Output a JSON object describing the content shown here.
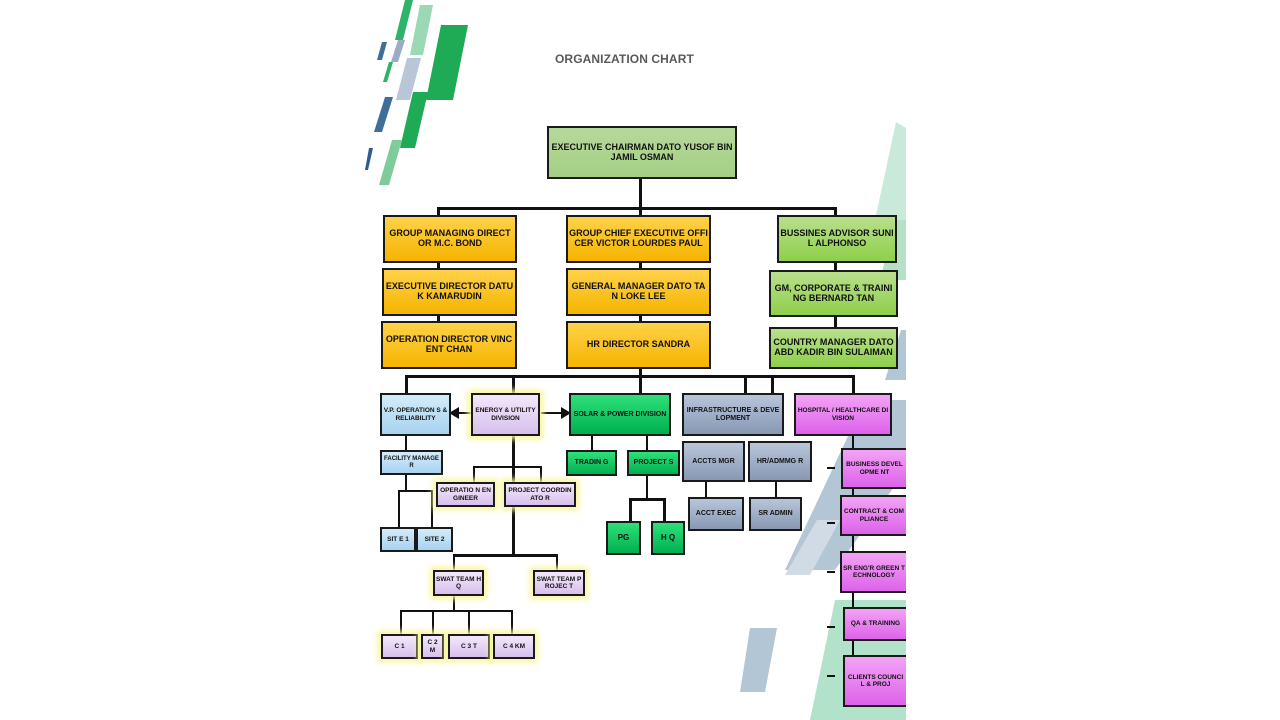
{
  "title": "ORGANIZATION CHART",
  "root": "EXECUTIVE CHAIRMAN DATO YUSOF BIN JAMIL OSMAN",
  "left_column": [
    "GROUP MANAGING DIRECTOR M.C. BOND",
    "EXECUTIVE DIRECTOR DATUK KAMARUDIN",
    "OPERATION DIRECTOR VINCENT CHAN"
  ],
  "center_column": [
    "GROUP CHIEF EXECUTIVE OFFICER VICTOR LOURDES PAUL",
    "GENERAL MANAGER DATO TAN LOKE LEE",
    "HR DIRECTOR SANDRA"
  ],
  "right_column": [
    "BUSSINES ADVISOR SUNIL ALPHONSO",
    "GM, CORPORATE & TRAINING BERNARD TAN",
    "COUNTRY MANAGER DATO ABD KADIR BIN SULAIMAN"
  ],
  "divisions": {
    "vp_operations": "V.P. OPERATION S & RELIABILITY",
    "energy": "ENERGY & UTILITY DIVISION",
    "solar": "SOLAR & POWER DIVISION",
    "infrastructure": "INFRASTRUCTURE & DEVELOPMENT",
    "hospital": "HOSPITAL / HEALTHCARE DIVISION"
  },
  "vp_branch": {
    "facility_manager": "FACILITY MANAGER",
    "site1": "SIT E 1",
    "site2": "SITE 2"
  },
  "energy_branch": {
    "operation_engineer": "OPERATIO N ENGINEER",
    "project_coordinator": "PROJECT COORDINATO R",
    "swat_hq": "SWAT TEAM HQ",
    "swat_project": "SWAT TEAM PROJEC T",
    "teams": [
      "C 1",
      "C 2 M",
      "C 3 T",
      "C 4 KM"
    ]
  },
  "solar_branch": {
    "trading": "TRADIN G",
    "projects": "PROJECT S",
    "pg": "PG",
    "hq": "H Q"
  },
  "infra_branch": {
    "accts_mgr": "ACCTS MGR",
    "hr_admin_mgr": "HR/ADMMG R",
    "acct_exec": "ACCT EXEC",
    "sr_admin": "SR ADMIN"
  },
  "hospital_branch": [
    "BUSINESS DEVELOPME NT",
    "CONTRACT & COMPLIANCE",
    "SR ENG'R GREEN TECHNOLOGY",
    "QA & TRAINING",
    "CLIENTS COUNCIL & PROJ"
  ],
  "colors": {
    "gold": "#f5b400",
    "light_green": "#8fcf4a",
    "sage": "#a9d18e",
    "light_blue": "#a8d2f0",
    "lavender": "#d8c0ec",
    "green": "#00b050",
    "slate": "#8898b4",
    "pink": "#dd62ea",
    "title_gray": "#595959"
  }
}
